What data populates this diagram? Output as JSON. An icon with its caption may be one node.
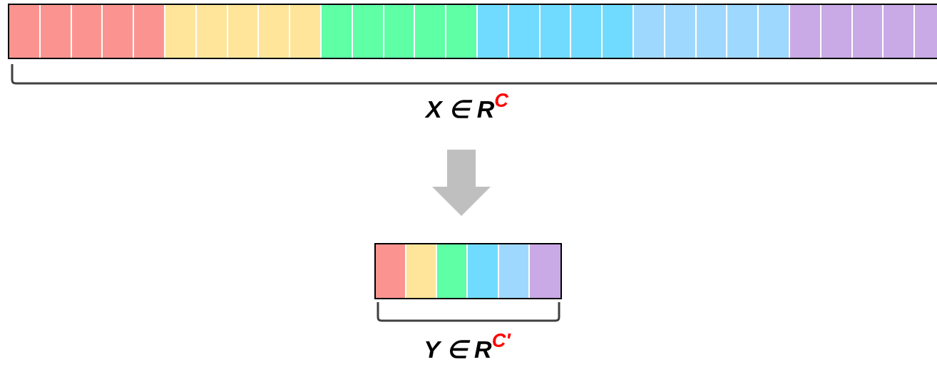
{
  "diagram": {
    "nodes": [
      {
        "text": [],
        "shape": "bar",
        "beside": [
          "X ∈ R$^{C}$"
        ]
      },
      {
        "text": [],
        "shape": "bar",
        "beside": [
          "Y ∈ R$^{C′}$"
        ]
      }
    ],
    "edges": [
      {
        "from": 0,
        "to": 1,
        "arrow": "to"
      }
    ]
  }
}
